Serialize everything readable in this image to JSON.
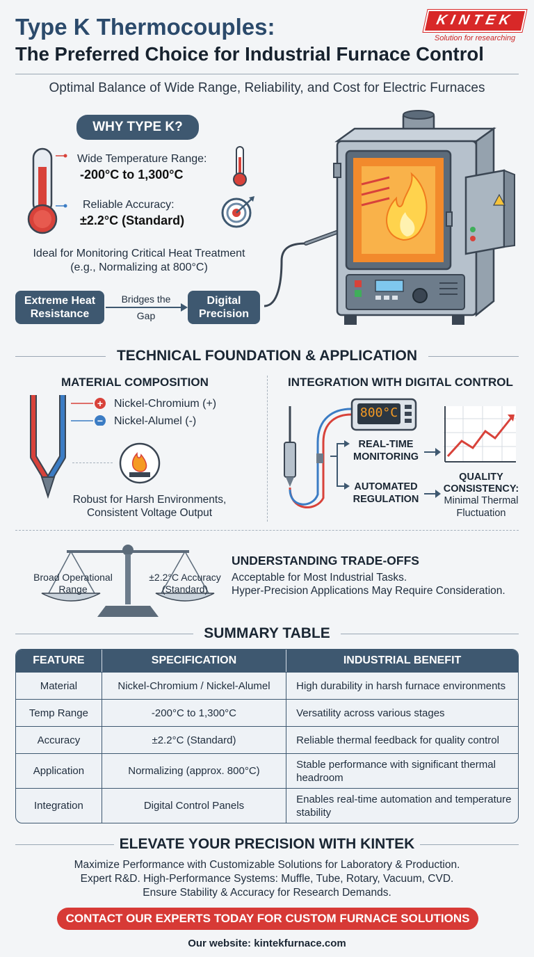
{
  "header": {
    "title_line1": "Type K Thermocouples:",
    "title_line2": "The Preferred Choice for Industrial Furnace Control",
    "subtitle": "Optimal Balance of Wide Range, Reliability, and Cost for Electric Furnaces"
  },
  "logo": {
    "brand": "KINTEK",
    "tagline": "Solution for researching"
  },
  "why": {
    "heading": "WHY TYPE K?",
    "range_label": "Wide Temperature Range:",
    "range_value": "-200°C to 1,300°C",
    "accuracy_label": "Reliable Accuracy:",
    "accuracy_value": "±2.2°C (Standard)",
    "ideal_line1": "Ideal for Monitoring Critical Heat Treatment",
    "ideal_line2": "(e.g., Normalizing at 800°C)",
    "box_left": "Extreme Heat Resistance",
    "bridge_line1": "Bridges the",
    "bridge_line2": "Gap",
    "box_right": "Digital Precision"
  },
  "technical": {
    "heading": "TECHNICAL FOUNDATION & APPLICATION",
    "material_heading": "MATERIAL COMPOSITION",
    "positive": "Nickel-Chromium (+)",
    "negative": "Nickel-Alumel (-)",
    "plus_sign": "+",
    "minus_sign": "−",
    "robust_line1": "Robust for Harsh Environments,",
    "robust_line2": "Consistent Voltage Output",
    "integration_heading": "INTEGRATION WITH DIGITAL CONTROL",
    "display_value": "800°C",
    "realtime_line1": "REAL-TIME",
    "realtime_line2": "MONITORING",
    "automated_line1": "AUTOMATED",
    "automated_line2": "REGULATION",
    "quality_line1": "QUALITY",
    "quality_line2": "CONSISTENCY:",
    "quality_line3": "Minimal Thermal",
    "quality_line4": "Fluctuation"
  },
  "tradeoffs": {
    "left_pan_line1": "Broad Operational",
    "left_pan_line2": "Range",
    "right_pan_line1": "±2.2°C Accuracy",
    "right_pan_line2": "(Standard)",
    "heading": "UNDERSTANDING TRADE-OFFS",
    "line1": "Acceptable for Most Industrial Tasks.",
    "line2": "Hyper-Precision Applications May Require Consideration."
  },
  "summary": {
    "heading": "SUMMARY TABLE",
    "columns": [
      "FEATURE",
      "SPECIFICATION",
      "INDUSTRIAL BENEFIT"
    ],
    "rows": [
      {
        "feature": "Material",
        "spec": "Nickel-Chromium / Nickel-Alumel",
        "benefit": "High durability in harsh furnace environments"
      },
      {
        "feature": "Temp Range",
        "spec": "-200°C to 1,300°C",
        "benefit": "Versatility across various stages"
      },
      {
        "feature": "Accuracy",
        "spec": "±2.2°C (Standard)",
        "benefit": "Reliable thermal feedback for quality control"
      },
      {
        "feature": "Application",
        "spec": "Normalizing (approx. 800°C)",
        "benefit": "Stable performance with significant thermal headroom"
      },
      {
        "feature": "Integration",
        "spec": "Digital Control Panels",
        "benefit": "Enables real-time automation and temperature stability"
      }
    ]
  },
  "footer": {
    "heading": "ELEVATE YOUR PRECISION WITH KINTEK",
    "line1": "Maximize Performance with Customizable Solutions for Laboratory & Production.",
    "line2": "Expert R&D. High-Performance Systems: Muffle, Tube, Rotary, Vacuum, CVD.",
    "line3": "Ensure Stability & Accuracy for Research Demands.",
    "cta": "CONTACT OUR EXPERTS TODAY FOR CUSTOM FURNACE SOLUTIONS",
    "website": "Our website: kintekfurnace.com"
  },
  "colors": {
    "navy": "#3e5870",
    "title_blue": "#2b4a6b",
    "red": "#d73a36",
    "wire_red": "#d8423a",
    "wire_blue": "#3b7cc4",
    "flame": "#f59a23"
  }
}
